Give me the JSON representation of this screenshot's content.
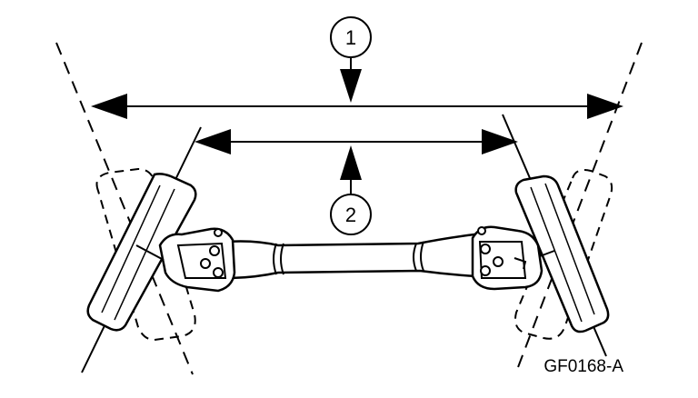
{
  "callouts": [
    {
      "label": "1"
    },
    {
      "label": "2"
    }
  ],
  "figure_code": "GF0168-A"
}
